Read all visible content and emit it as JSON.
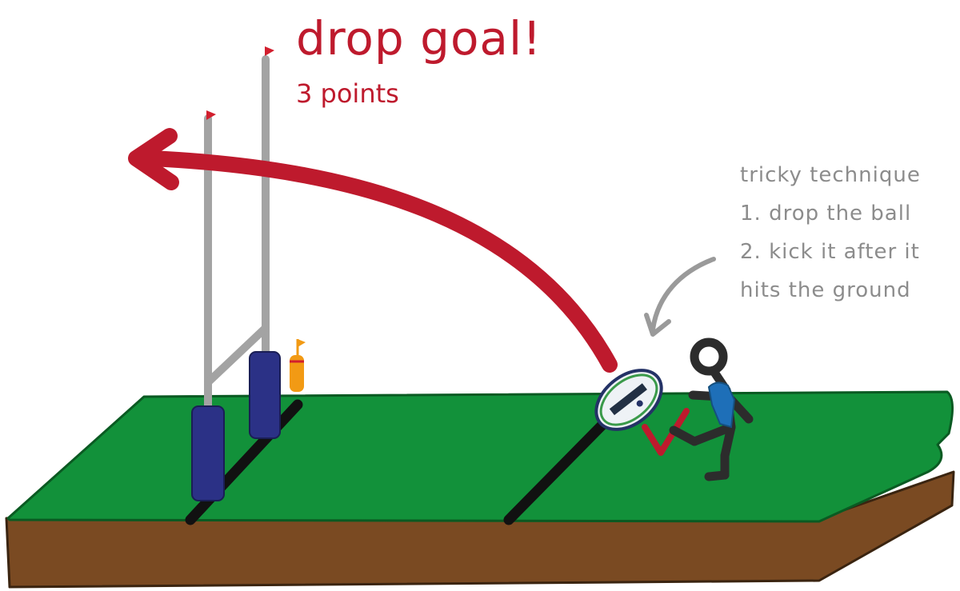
{
  "title": "drop goal!",
  "subtitle": "3 points",
  "notes": [
    "tricky technique",
    "1. drop the ball",
    "2. kick it after it",
    "hits the ground"
  ],
  "ball_text": "",
  "colors": {
    "accent_red": "#be1a2d",
    "field_green": "#12913a",
    "soil_brown": "#7a4a22",
    "post_grey": "#a3a3a3",
    "pad_blue": "#2b3186",
    "note_grey": "#8c8c8c",
    "player_dark": "#2c2c2c",
    "jersey_blue": "#1e6fb8",
    "flag_orange": "#f29a14"
  },
  "icons": [
    "flight-arrow",
    "pointer-arrow",
    "check-mark",
    "corner-flag"
  ]
}
